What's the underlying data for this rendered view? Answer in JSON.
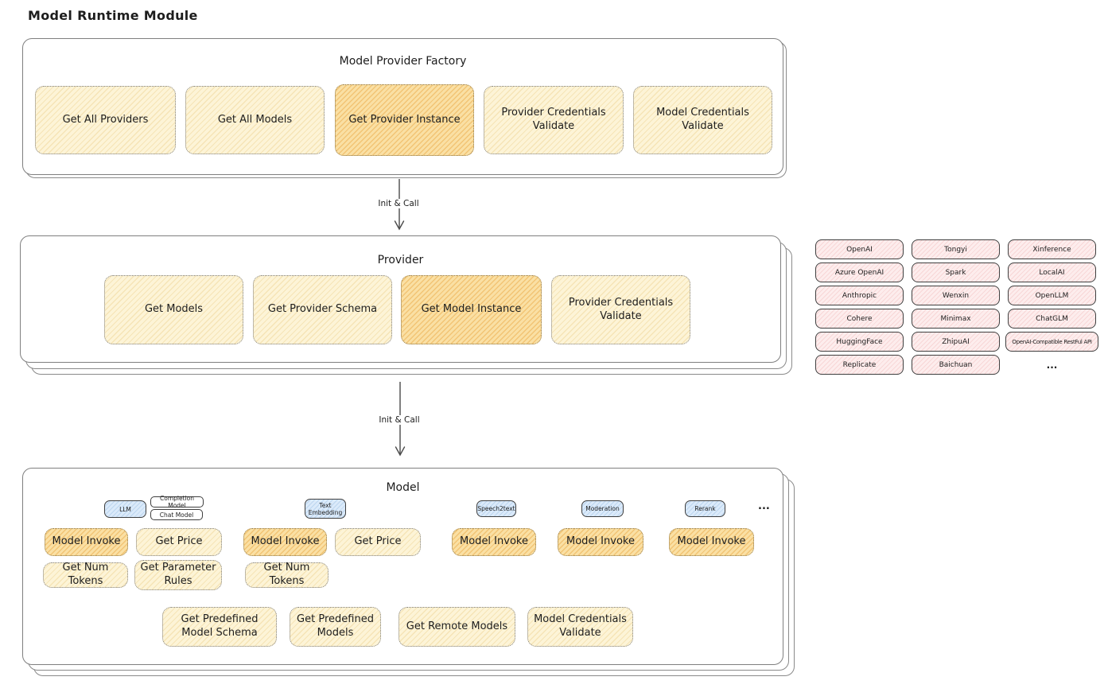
{
  "title": "Model Runtime Module",
  "arrows": [
    {
      "label": "Init & Call"
    },
    {
      "label": "Init & Call"
    }
  ],
  "factory": {
    "title": "Model Provider Factory",
    "boxes": [
      {
        "label": "Get All Providers",
        "variant": "light"
      },
      {
        "label": "Get All Models",
        "variant": "light"
      },
      {
        "label": "Get Provider Instance",
        "variant": "orange"
      },
      {
        "label": "Provider Credentials Validate",
        "variant": "light"
      },
      {
        "label": "Model Credentials Validate",
        "variant": "light"
      }
    ]
  },
  "provider": {
    "title": "Provider",
    "boxes": [
      {
        "label": "Get Models",
        "variant": "light"
      },
      {
        "label": "Get Provider Schema",
        "variant": "light"
      },
      {
        "label": "Get Model Instance",
        "variant": "orange"
      },
      {
        "label": "Provider Credentials Validate",
        "variant": "light"
      }
    ]
  },
  "providers_grid": {
    "items": [
      "OpenAI",
      "Tongyi",
      "Xinference",
      "Azure OpenAI",
      "Spark",
      "LocalAI",
      "Anthropic",
      "Wenxin",
      "OpenLLM",
      "Cohere",
      "Minimax",
      "ChatGLM",
      "HuggingFace",
      "ZhipuAI",
      "OpenAI-Compatible RestFul API",
      "Replicate",
      "Baichuan"
    ],
    "more": "..."
  },
  "model": {
    "title": "Model",
    "tabs": [
      "LLM",
      "Completion Model",
      "Chat Model",
      "Text Embedding",
      "Speech2text",
      "Moderation",
      "Rerank"
    ],
    "more": "...",
    "buttons": {
      "model_invoke": "Model Invoke",
      "get_price": "Get Price",
      "get_num_tokens": "Get Num Tokens",
      "get_parameter_rules": "Get Parameter Rules",
      "get_predefined_model_schema": "Get Predefined Model Schema",
      "get_predefined_models": "Get Predefined Models",
      "get_remote_models": "Get Remote Models",
      "model_credentials_validate": "Model Credentials Validate"
    }
  },
  "colors": {
    "node_yellow": "#fdf4d7",
    "node_orange": "#fae0a4",
    "tab_blue": "#dbeafa",
    "provider_pink": "#fdeded"
  }
}
